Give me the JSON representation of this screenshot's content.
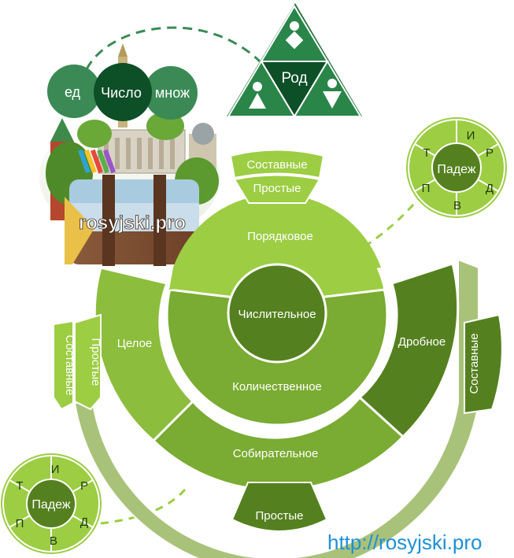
{
  "colors": {
    "light_green": "#9ccd43",
    "mid_green": "#7aab32",
    "dark_green": "#55801f",
    "darkest_green": "#3f6317",
    "ring_pale": "#a9c27a",
    "deep_green": "#1f6e3a",
    "number_circle": "#3b8a56",
    "number_center": "#0d4f27"
  },
  "number": {
    "singular": "ед",
    "center": "Число",
    "plural": "множ"
  },
  "gender": {
    "label": "Род"
  },
  "case_top": {
    "center": "Падеж",
    "letters": [
      "И",
      "Р",
      "Д",
      "В",
      "П",
      "Т"
    ]
  },
  "case_bottom": {
    "center": "Падеж",
    "letters": [
      "И",
      "Р",
      "Д",
      "В",
      "П",
      "Т"
    ]
  },
  "logo": {
    "text": "rosyjski.pro"
  },
  "wheel": {
    "center": "Числительное",
    "ordinal": "Порядковое",
    "cardinal": "Количественное",
    "whole": "Целое",
    "fractional": "Дробное",
    "collective": "Собирательное"
  },
  "ordinal_tabs": {
    "compound": "Составные",
    "simple": "Простые"
  },
  "whole_tabs": {
    "simple": "Простые",
    "compound": "Составные"
  },
  "fractional_tab": {
    "compound": "Составные"
  },
  "collective_tab": {
    "simple": "Простые"
  },
  "url": "http://rosyjski.pro"
}
